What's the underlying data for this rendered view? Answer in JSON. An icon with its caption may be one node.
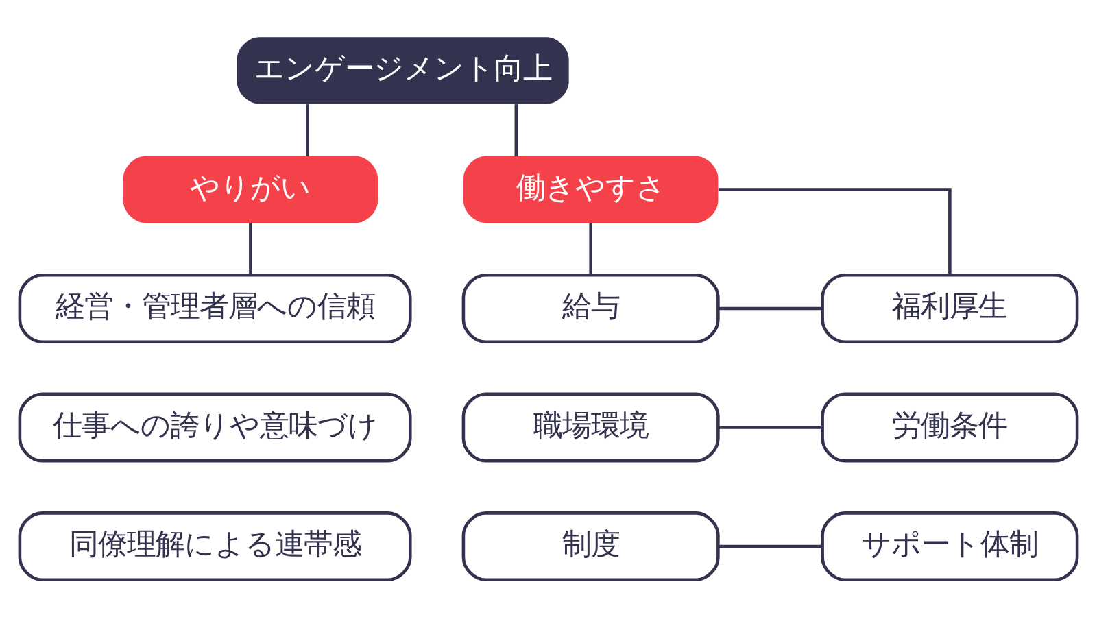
{
  "diagram": {
    "nodes": [
      {
        "text": [
          "エンゲージメント向上"
        ]
      },
      {
        "text": [
          "やりがい"
        ]
      },
      {
        "text": [
          "働きやすさ"
        ]
      },
      {
        "text": [
          "経営・管理者層への信頼"
        ]
      },
      {
        "text": [
          "仕事への誇りや意味づけ"
        ]
      },
      {
        "text": [
          "同僚理解による連帯感"
        ]
      },
      {
        "text": [
          "給与"
        ]
      },
      {
        "text": [
          "福利厚生"
        ]
      },
      {
        "text": [
          "職場環境"
        ]
      },
      {
        "text": [
          "労働条件"
        ]
      },
      {
        "text": [
          "制度"
        ]
      },
      {
        "text": [
          "サポート体制"
        ]
      }
    ],
    "edges": [
      {
        "from": 0,
        "to": 1,
        "arrow": "none"
      },
      {
        "from": 0,
        "to": 2,
        "arrow": "none"
      },
      {
        "from": 1,
        "to": 3,
        "arrow": "none"
      },
      {
        "from": 2,
        "to": 6,
        "arrow": "none"
      },
      {
        "from": 2,
        "to": 7,
        "arrow": "none"
      },
      {
        "from": 6,
        "to": 7,
        "arrow": "none"
      },
      {
        "from": 8,
        "to": 9,
        "arrow": "none"
      },
      {
        "from": 10,
        "to": 11,
        "arrow": "none"
      }
    ]
  }
}
